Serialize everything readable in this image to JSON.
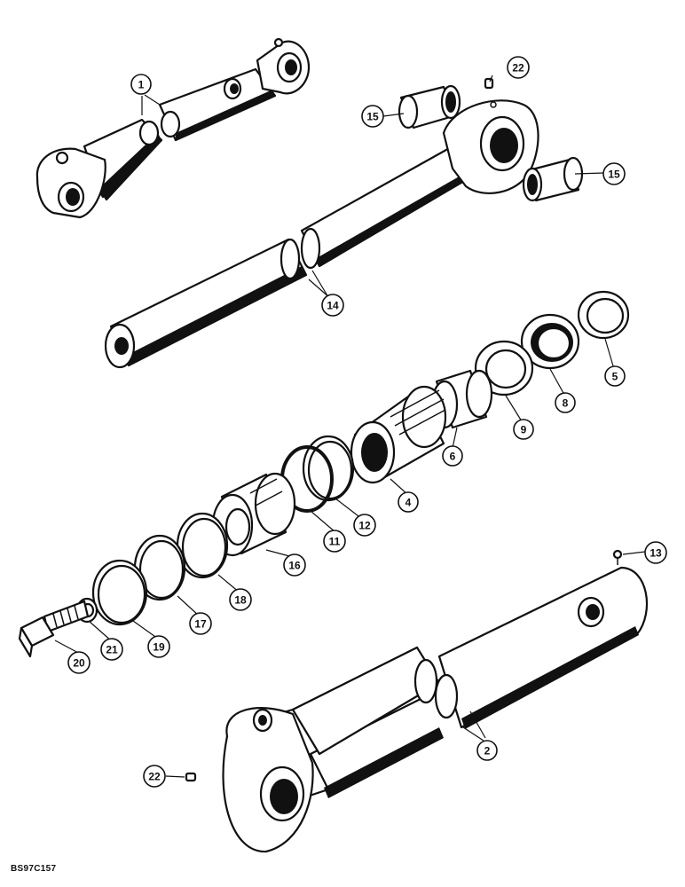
{
  "figure_code": "BS97C157",
  "callouts": [
    {
      "id": "c1",
      "label": "1",
      "part": "cylinder-assembly"
    },
    {
      "id": "c2",
      "label": "2",
      "part": "cylinder-barrel"
    },
    {
      "id": "c4",
      "label": "4",
      "part": "gland"
    },
    {
      "id": "c5",
      "label": "5",
      "part": "wiper-seal"
    },
    {
      "id": "c6",
      "label": "6",
      "part": "wear-ring"
    },
    {
      "id": "c8",
      "label": "8",
      "part": "rod-seal"
    },
    {
      "id": "c9",
      "label": "9",
      "part": "buffer-seal"
    },
    {
      "id": "c11",
      "label": "11",
      "part": "o-ring"
    },
    {
      "id": "c12",
      "label": "12",
      "part": "backup-ring"
    },
    {
      "id": "c13",
      "label": "13",
      "part": "screw"
    },
    {
      "id": "c14",
      "label": "14",
      "part": "piston-rod"
    },
    {
      "id": "c15a",
      "label": "15",
      "part": "bushing"
    },
    {
      "id": "c15b",
      "label": "15",
      "part": "bushing"
    },
    {
      "id": "c16",
      "label": "16",
      "part": "piston"
    },
    {
      "id": "c17",
      "label": "17",
      "part": "piston-seal"
    },
    {
      "id": "c18",
      "label": "18",
      "part": "wear-ring"
    },
    {
      "id": "c19",
      "label": "19",
      "part": "wear-ring"
    },
    {
      "id": "c20",
      "label": "20",
      "part": "bolt"
    },
    {
      "id": "c21",
      "label": "21",
      "part": "washer"
    },
    {
      "id": "c22a",
      "label": "22",
      "part": "grease-fitting"
    },
    {
      "id": "c22b",
      "label": "22",
      "part": "grease-fitting"
    }
  ]
}
